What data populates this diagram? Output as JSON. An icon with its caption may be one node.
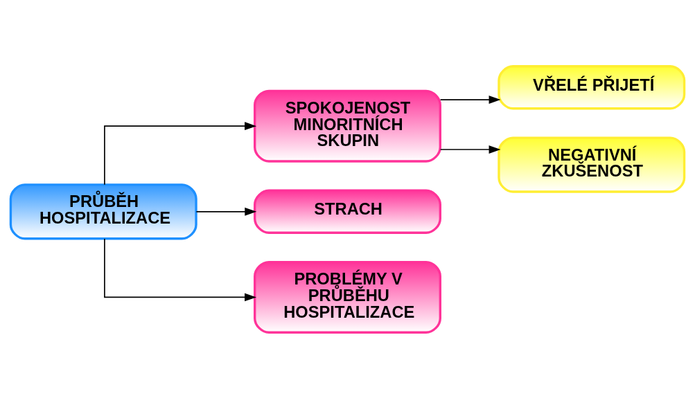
{
  "diagram": {
    "nodes": [
      {
        "text": [
          "PRŮBĚH HOSPITALIZACE"
        ]
      },
      {
        "text": [
          "SPOKOJENOST MINORITNÍCH SKUPIN"
        ]
      },
      {
        "text": [
          "VŘELÉ PŘIJETÍ"
        ]
      },
      {
        "text": [
          "NEGATIVNÍ ZKUŠENOST"
        ]
      },
      {
        "text": [
          "STRACH"
        ]
      },
      {
        "text": [
          "PROBLÉMY V PRŮBĚHU HOSPITALIZACE"
        ]
      }
    ],
    "edges": [
      {
        "from": 0,
        "to": 1,
        "arrow": "to"
      },
      {
        "from": 1,
        "to": 2,
        "arrow": "to"
      },
      {
        "from": 1,
        "to": 3,
        "arrow": "to"
      },
      {
        "from": 0,
        "to": 4,
        "arrow": "to"
      },
      {
        "from": 0,
        "to": 5,
        "arrow": "to"
      }
    ]
  }
}
